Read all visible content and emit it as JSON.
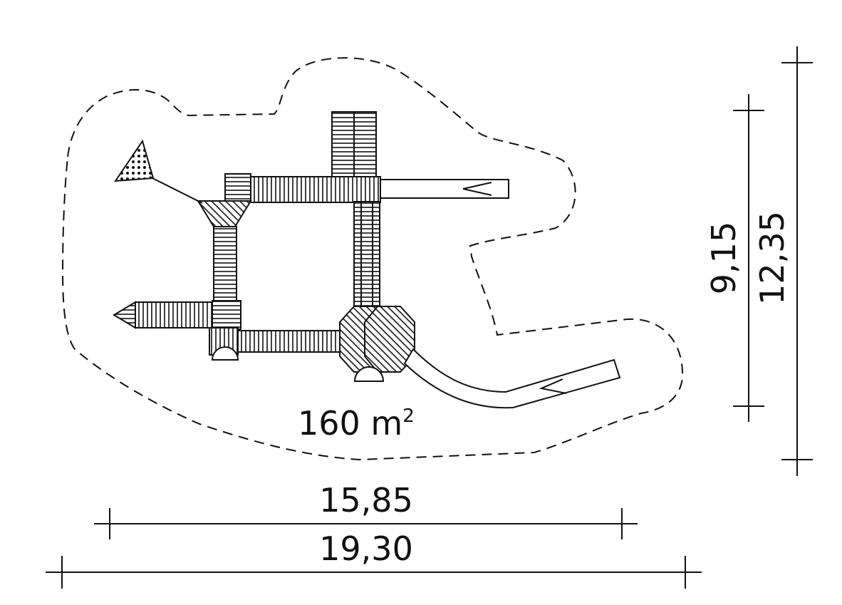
{
  "diagram": {
    "area": {
      "value": "160 m",
      "unit_superscript": "2"
    },
    "dimensions": {
      "inner_width": "15,85",
      "outer_width": "19,30",
      "inner_height": "9,15",
      "outer_height": "12,35"
    },
    "colors": {
      "ink": "#111111",
      "background": "#ffffff"
    }
  }
}
